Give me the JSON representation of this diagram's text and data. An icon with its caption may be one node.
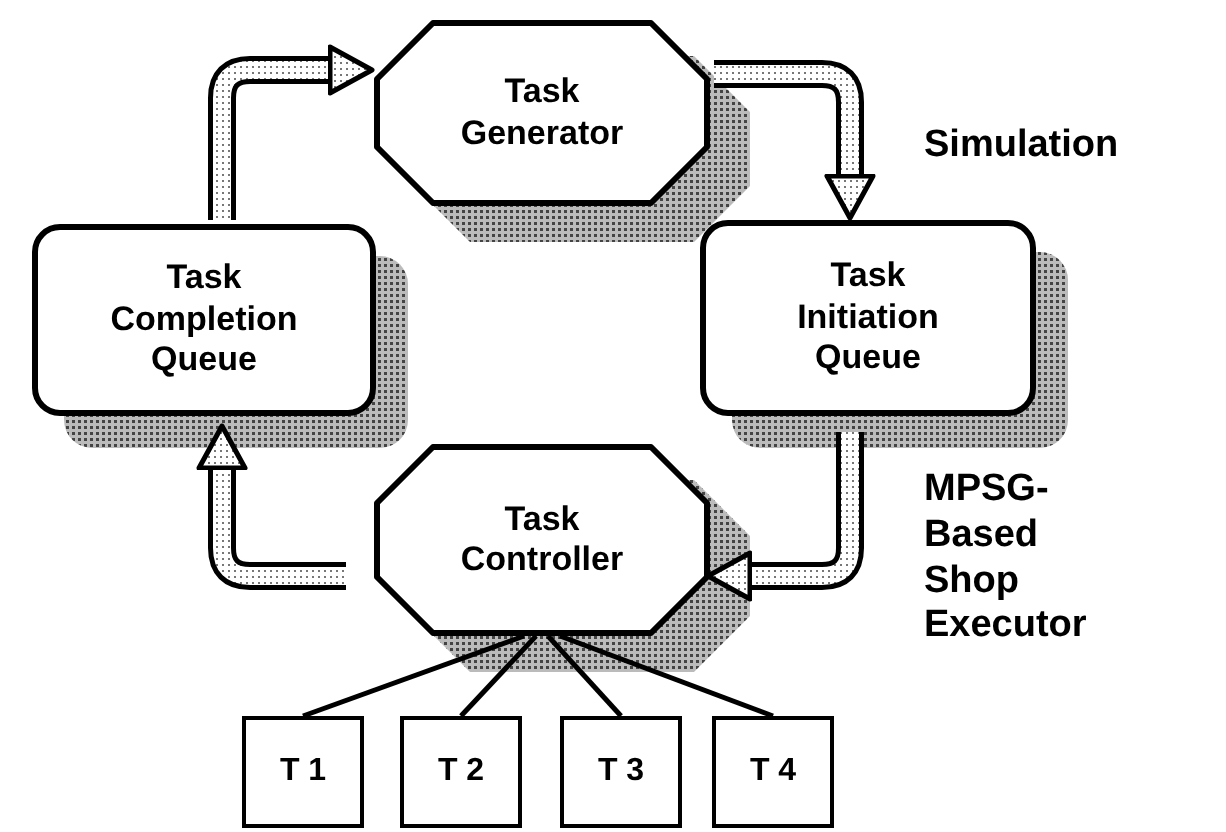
{
  "diagram": {
    "nodes": [
      {
        "text": [
          "Task Generator"
        ]
      },
      {
        "text": [
          "Task Completion Queue"
        ]
      },
      {
        "text": [
          "Task Initiation Queue"
        ]
      },
      {
        "text": [
          "Task Controller"
        ]
      },
      {
        "text": [
          "T 1"
        ]
      },
      {
        "text": [
          "T 2"
        ]
      },
      {
        "text": [
          "T 3"
        ]
      },
      {
        "text": [
          "T 4"
        ]
      }
    ],
    "edges": [
      {
        "from": 1,
        "to": 0,
        "arrow": "to",
        "style": "thick"
      },
      {
        "from": 0,
        "to": 2,
        "arrow": "to",
        "style": "thick"
      },
      {
        "from": 2,
        "to": 3,
        "arrow": "to",
        "style": "thick"
      },
      {
        "from": 3,
        "to": 1,
        "arrow": "to",
        "style": "thick"
      },
      {
        "from": 3,
        "to": 4,
        "arrow": "none"
      },
      {
        "from": 3,
        "to": 5,
        "arrow": "none"
      },
      {
        "from": 3,
        "to": 6,
        "arrow": "none"
      },
      {
        "from": 3,
        "to": 7,
        "arrow": "none"
      }
    ],
    "labels": [
      "Simulation",
      "MPSG- Based Shop Executor"
    ]
  }
}
